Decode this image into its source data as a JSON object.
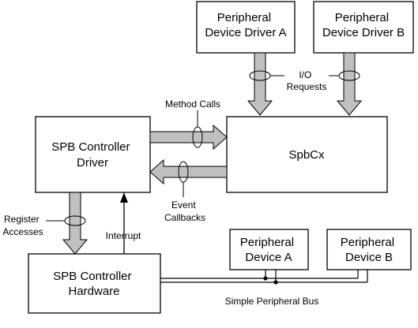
{
  "boxes": {
    "driver_a": [
      "Peripheral",
      "Device Driver A"
    ],
    "driver_b": [
      "Peripheral",
      "Device Driver B"
    ],
    "spbcx": [
      "SpbCx"
    ],
    "controller_driver": [
      "SPB Controller",
      "Driver"
    ],
    "controller_hardware": [
      "SPB Controller",
      "Hardware"
    ],
    "device_a": [
      "Peripheral",
      "Device A"
    ],
    "device_b": [
      "Peripheral",
      "Device B"
    ]
  },
  "labels": {
    "io_requests": [
      "I/O",
      "Requests"
    ],
    "method_calls": [
      "Method Calls"
    ],
    "event_callbacks": [
      "Event",
      "Callbacks"
    ],
    "register_accesses": [
      "Register",
      "Accesses"
    ],
    "interrupt": [
      "Interrupt"
    ],
    "simple_peripheral_bus": [
      "Simple Peripheral Bus"
    ]
  },
  "colors": {
    "arrow_fill": "#c0c0c0",
    "stroke": "#000000",
    "background": "#ffffff"
  }
}
